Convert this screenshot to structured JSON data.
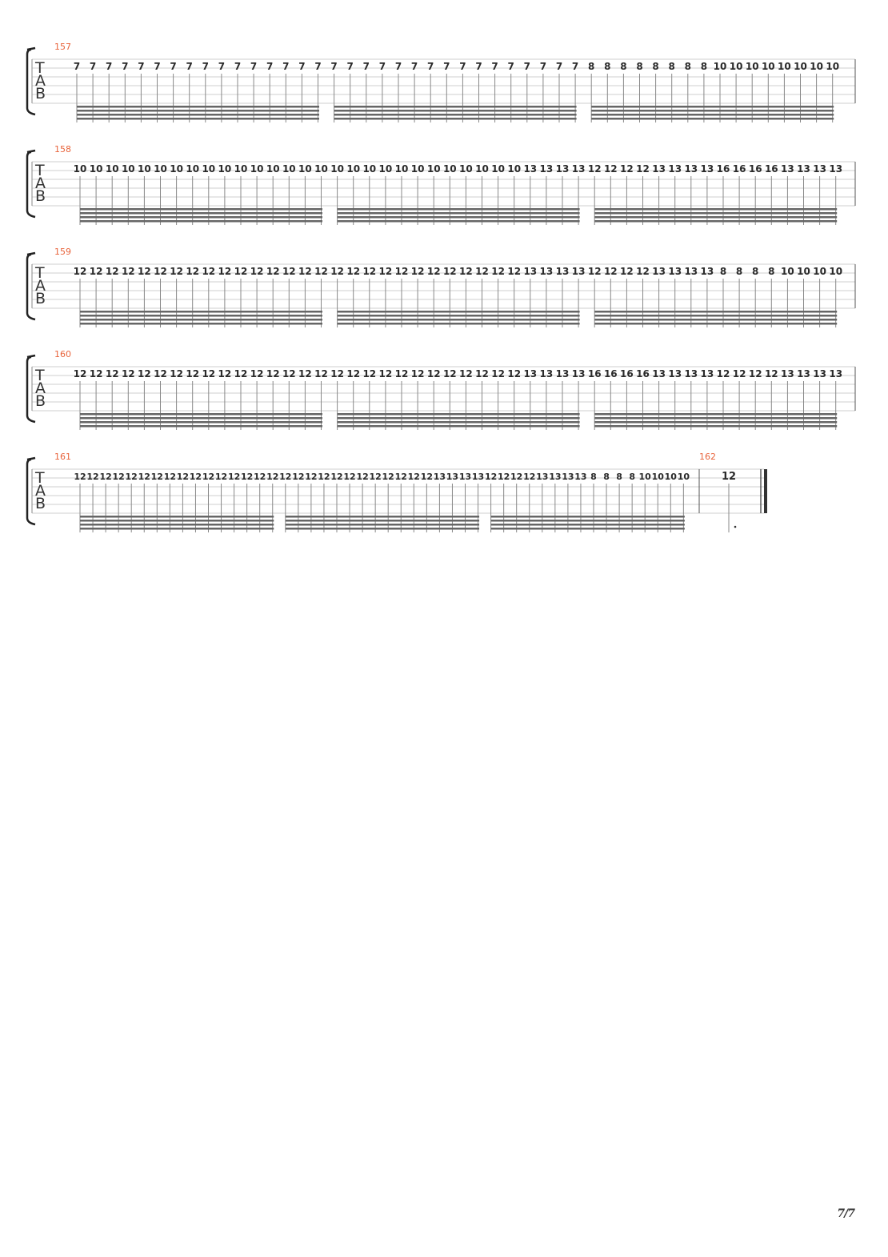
{
  "page": {
    "number_label": "7/7"
  },
  "tab_clef": {
    "t": "T",
    "a": "A",
    "b": "B"
  },
  "systems": [
    {
      "measures": [
        {
          "number": "157",
          "groups": [
            [
              "7",
              "7",
              "7",
              "7",
              "7",
              "7",
              "7",
              "7",
              "7",
              "7",
              "7",
              "7",
              "7",
              "7",
              "7",
              "7"
            ],
            [
              "7",
              "7",
              "7",
              "7",
              "7",
              "7",
              "7",
              "7",
              "7",
              "7",
              "7",
              "7",
              "7",
              "7",
              "7",
              "7"
            ],
            [
              "8",
              "8",
              "8",
              "8",
              "8",
              "8",
              "8",
              "8",
              "10",
              "10",
              "10",
              "10",
              "10",
              "10",
              "10",
              "10"
            ]
          ]
        }
      ]
    },
    {
      "measures": [
        {
          "number": "158",
          "groups": [
            [
              "10",
              "10",
              "10",
              "10",
              "10",
              "10",
              "10",
              "10",
              "10",
              "10",
              "10",
              "10",
              "10",
              "10",
              "10",
              "10"
            ],
            [
              "10",
              "10",
              "10",
              "10",
              "10",
              "10",
              "10",
              "10",
              "10",
              "10",
              "10",
              "10",
              "13",
              "13",
              "13",
              "13"
            ],
            [
              "12",
              "12",
              "12",
              "12",
              "13",
              "13",
              "13",
              "13",
              "16",
              "16",
              "16",
              "16",
              "13",
              "13",
              "13",
              "13"
            ]
          ]
        }
      ]
    },
    {
      "measures": [
        {
          "number": "159",
          "groups": [
            [
              "12",
              "12",
              "12",
              "12",
              "12",
              "12",
              "12",
              "12",
              "12",
              "12",
              "12",
              "12",
              "12",
              "12",
              "12",
              "12"
            ],
            [
              "12",
              "12",
              "12",
              "12",
              "12",
              "12",
              "12",
              "12",
              "12",
              "12",
              "12",
              "12",
              "13",
              "13",
              "13",
              "13"
            ],
            [
              "12",
              "12",
              "12",
              "12",
              "13",
              "13",
              "13",
              "13",
              "8",
              "8",
              "8",
              "8",
              "10",
              "10",
              "10",
              "10"
            ]
          ]
        }
      ]
    },
    {
      "measures": [
        {
          "number": "160",
          "groups": [
            [
              "12",
              "12",
              "12",
              "12",
              "12",
              "12",
              "12",
              "12",
              "12",
              "12",
              "12",
              "12",
              "12",
              "12",
              "12",
              "12"
            ],
            [
              "12",
              "12",
              "12",
              "12",
              "12",
              "12",
              "12",
              "12",
              "12",
              "12",
              "12",
              "12",
              "13",
              "13",
              "13",
              "13"
            ],
            [
              "16",
              "16",
              "16",
              "16",
              "13",
              "13",
              "13",
              "13",
              "12",
              "12",
              "12",
              "12",
              "13",
              "13",
              "13",
              "13"
            ]
          ]
        }
      ]
    },
    {
      "measures": [
        {
          "number": "161",
          "groups": [
            [
              "12",
              "12",
              "12",
              "12",
              "12",
              "12",
              "12",
              "12",
              "12",
              "12",
              "12",
              "12",
              "12",
              "12",
              "12",
              "12"
            ],
            [
              "12",
              "12",
              "12",
              "12",
              "12",
              "12",
              "12",
              "12",
              "12",
              "12",
              "12",
              "12",
              "13",
              "13",
              "13",
              "13"
            ],
            [
              "12",
              "12",
              "12",
              "12",
              "13",
              "13",
              "13",
              "13",
              "8",
              "8",
              "8",
              "8",
              "10",
              "10",
              "10",
              "10"
            ]
          ]
        },
        {
          "number": "162",
          "single": "12"
        }
      ]
    }
  ]
}
